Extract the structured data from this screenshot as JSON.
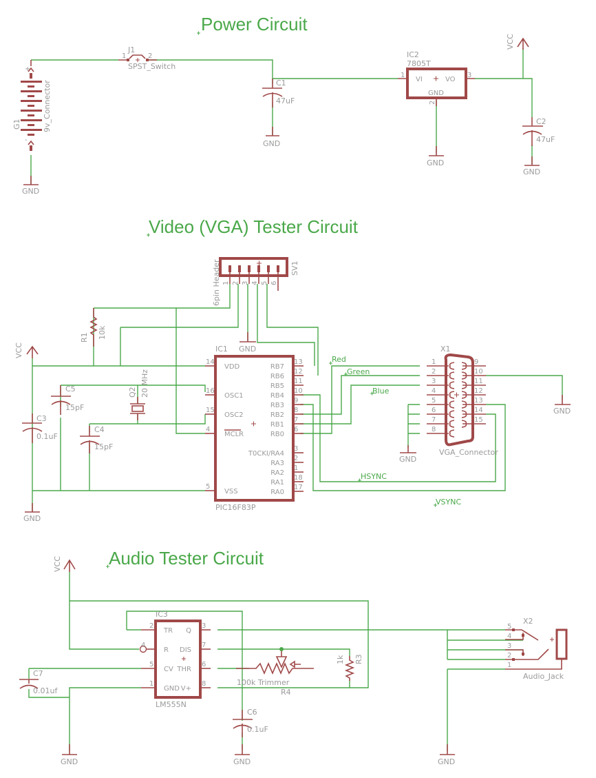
{
  "sections": {
    "power": {
      "title": "Power Circuit"
    },
    "video": {
      "title": "Video (VGA) Tester Circuit"
    },
    "audio": {
      "title": "Audio Tester Circuit"
    }
  },
  "nets": {
    "vcc": "VCC",
    "gnd": "GND",
    "red": "Red",
    "green": "Green",
    "blue": "Blue",
    "hsync": "HSYNC",
    "vsync": "VSYNC"
  },
  "power": {
    "g1": {
      "name": "G1",
      "value": "9v_Connector",
      "plus": "+",
      "minus": "-"
    },
    "j1": {
      "name": "J1",
      "value": "SPST_Switch",
      "pin1": "1",
      "pin2": "2"
    },
    "c1": {
      "name": "C1",
      "value": "47uF"
    },
    "ic2": {
      "name": "IC2",
      "value": "7805T",
      "vi": "VI",
      "vo": "VO",
      "gnd": "GND",
      "pin1": "1",
      "pin2": "2",
      "pin3": "3"
    },
    "c2": {
      "name": "C2",
      "value": "47uF"
    }
  },
  "video": {
    "sv1": {
      "name": "SV1",
      "value": "6pin Header",
      "pins": [
        "1",
        "2",
        "3",
        "4",
        "5",
        "6"
      ]
    },
    "r1": {
      "name": "R1",
      "value": "10k"
    },
    "q2": {
      "name": "Q2",
      "value": "20 MHz"
    },
    "c3": {
      "name": "C3",
      "value": "0.1uF"
    },
    "c4": {
      "name": "C4",
      "value": "15pF"
    },
    "c5": {
      "name": "C5",
      "value": "15pF"
    },
    "ic1": {
      "name": "IC1",
      "value": "PIC16F83P",
      "left_pins": [
        {
          "num": "14",
          "label": "VDD"
        },
        {
          "num": "16",
          "label": "OSC1"
        },
        {
          "num": "15",
          "label": "OSC2"
        },
        {
          "num": "4",
          "label": "MCLR"
        },
        {
          "num": "5",
          "label": "VSS"
        }
      ],
      "right_pins": [
        {
          "num": "13",
          "label": "RB7"
        },
        {
          "num": "12",
          "label": "RB6"
        },
        {
          "num": "11",
          "label": "RB5"
        },
        {
          "num": "10",
          "label": "RB4"
        },
        {
          "num": "9",
          "label": "RB3"
        },
        {
          "num": "8",
          "label": "RB2"
        },
        {
          "num": "7",
          "label": "RB1"
        },
        {
          "num": "6",
          "label": "RB0"
        },
        {
          "num": "3",
          "label": "T0CKI/RA4"
        },
        {
          "num": "2",
          "label": "RA3"
        },
        {
          "num": "1",
          "label": "RA2"
        },
        {
          "num": "18",
          "label": "RA1"
        },
        {
          "num": "17",
          "label": "RA0"
        }
      ]
    },
    "x1": {
      "name": "X1",
      "value": "VGA_Connector",
      "left_pins": [
        "1",
        "2",
        "3",
        "4",
        "5",
        "6",
        "7",
        "8"
      ],
      "right_pins": [
        "9",
        "10",
        "11",
        "12",
        "13",
        "14",
        "15"
      ]
    }
  },
  "audio": {
    "ic3": {
      "name": "IC3",
      "value": "LM555N",
      "left_pins": [
        {
          "num": "2",
          "label": "TR"
        },
        {
          "num": "4",
          "label": "R"
        },
        {
          "num": "5",
          "label": "CV"
        },
        {
          "num": "1",
          "label": "GND"
        }
      ],
      "right_pins": [
        {
          "num": "3",
          "label": "Q"
        },
        {
          "num": "7",
          "label": "DIS"
        },
        {
          "num": "6",
          "label": "THR"
        },
        {
          "num": "8",
          "label": "V+"
        }
      ]
    },
    "r4": {
      "name": "R4",
      "value": "100k Trimmer"
    },
    "r3": {
      "name": "R3",
      "value": "1k"
    },
    "c6": {
      "name": "C6",
      "value": "0.1uF"
    },
    "c7": {
      "name": "C7",
      "value": "0.01uf"
    },
    "x2": {
      "name": "X2",
      "value": "Audio_Jack",
      "pins": [
        "5",
        "4",
        "3",
        "2",
        "1"
      ]
    }
  }
}
